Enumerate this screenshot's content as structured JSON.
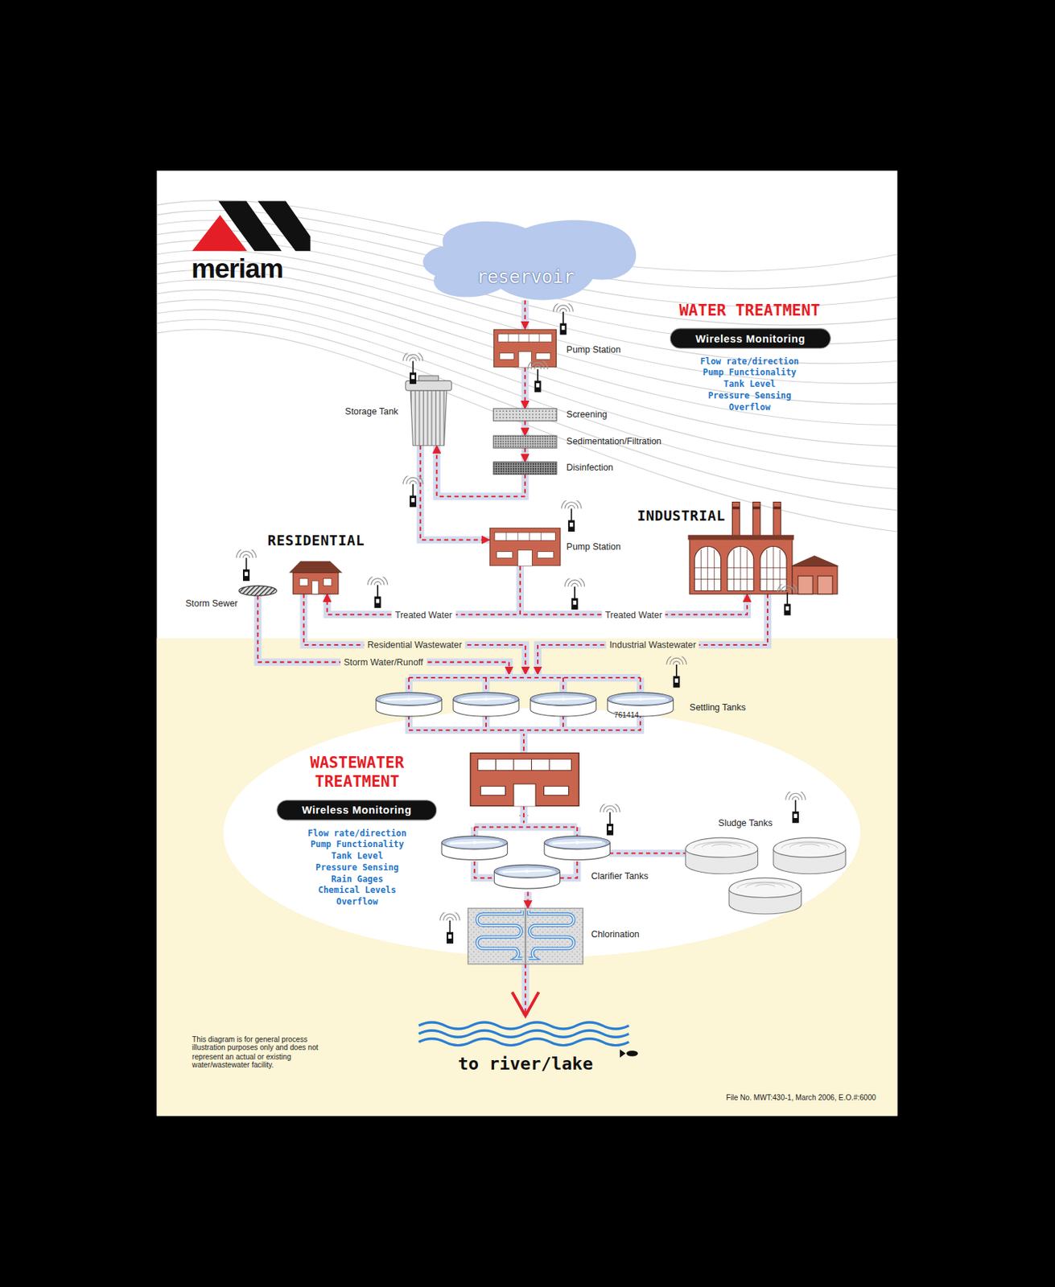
{
  "diagram": {
    "nodes": [
      {
        "text": [
          "reservoir"
        ]
      },
      {
        "text": [
          "Wireless Monitoring"
        ]
      },
      {
        "text": [
          "Pump Station"
        ]
      },
      {
        "text": [
          "Screening"
        ]
      },
      {
        "text": [
          "Sedimentation/Filtration"
        ]
      },
      {
        "text": [
          "Disinfection"
        ]
      },
      {
        "text": [
          "Storage Tank"
        ]
      },
      {
        "text": [
          "Pump Station"
        ]
      },
      {
        "text": [
          "INDUSTRIAL"
        ]
      },
      {
        "text": [
          "RESIDENTIAL"
        ]
      },
      {
        "text": [
          "Storm Sewer"
        ]
      },
      {
        "text": [
          "Settling Tanks"
        ]
      },
      {
        "text": [
          "WASTEWATER TREATMENT"
        ]
      },
      {
        "text": [
          "Wireless Monitoring"
        ],
        "in": 12
      },
      {
        "text": [
          "Clarifier Tanks"
        ],
        "in": 12
      },
      {
        "text": [
          "Sludge Tanks"
        ],
        "in": 12
      },
      {
        "text": [
          "Chlorination"
        ],
        "in": 12
      },
      {
        "text": [
          "to river/lake"
        ]
      }
    ],
    "edges": [
      {
        "from": 0,
        "to": 2,
        "arrow": "to"
      },
      {
        "from": 2,
        "to": 3,
        "arrow": "to"
      },
      {
        "from": 3,
        "to": 4,
        "arrow": "to"
      },
      {
        "from": 4,
        "to": 5,
        "arrow": "to"
      },
      {
        "from": 5,
        "to": 6,
        "arrow": "to"
      },
      {
        "from": 6,
        "to": 7,
        "arrow": "to"
      },
      {
        "from": 7,
        "to": 9,
        "label": "Treated Water",
        "arrow": "to"
      },
      {
        "from": 7,
        "to": 8,
        "label": "Treated Water",
        "arrow": "to"
      },
      {
        "from": 9,
        "to": 11,
        "label": "Residential Wastewater",
        "arrow": "to"
      },
      {
        "from": 8,
        "to": 11,
        "label": "Industrial Wastewater",
        "arrow": "to"
      },
      {
        "from": 10,
        "to": 11,
        "label": "Storm Water/Runoff",
        "arrow": "to"
      },
      {
        "from": 11,
        "to": 14,
        "arrow": "to"
      },
      {
        "from": 14,
        "to": 15,
        "arrow": "none"
      },
      {
        "from": 14,
        "to": 16,
        "arrow": "to"
      },
      {
        "from": 16,
        "to": 17,
        "arrow": "to"
      }
    ],
    "labels": [
      "meriam",
      "WATER TREATMENT",
      "Flow rate/direction",
      "Pump Functionality",
      "Tank Level",
      "Pressure Sensing",
      "Overflow",
      "761414",
      "Flow rate/direction",
      "Pump Functionality",
      "Tank Level",
      "Pressure Sensing",
      "Rain Gages",
      "Chemical Levels",
      "Overflow",
      "This diagram is for general process illustration purposes only and does not represent an actual or existing water/wastewater facility.",
      "File No. MWT:430-1, March 2006, E.O.#:6000"
    ]
  }
}
